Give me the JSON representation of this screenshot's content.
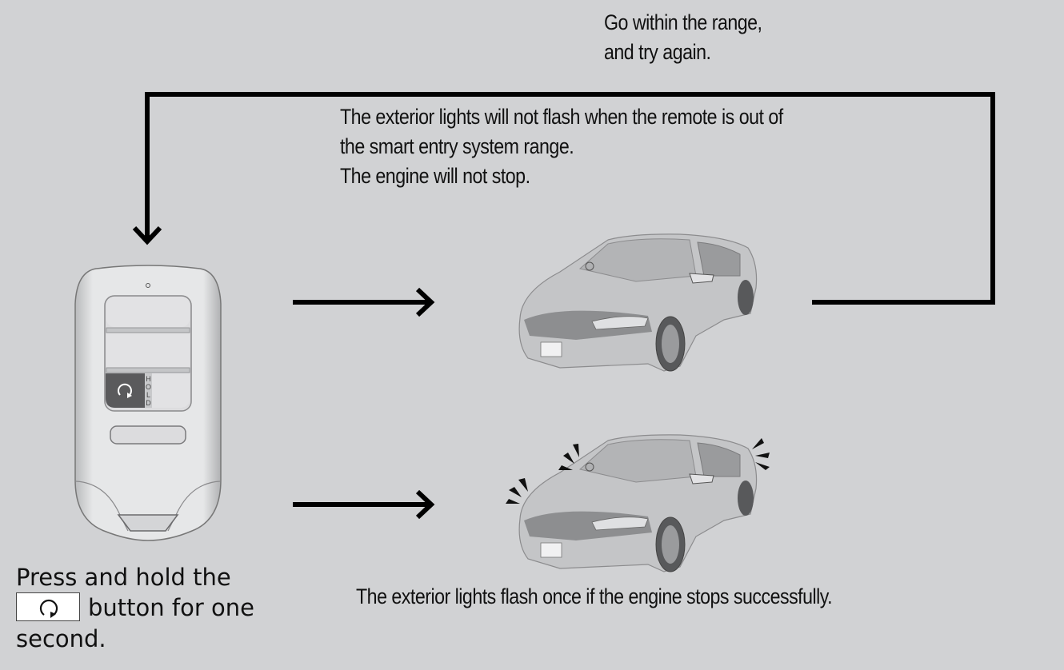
{
  "diagram": {
    "title": "Remote engine stop procedure",
    "notes": {
      "retry": [
        "Go within the range,",
        "and try again."
      ],
      "out_of_range": [
        "The exterior lights will not flash when the remote is out of",
        "the smart entry system range.",
        "The engine will not stop."
      ],
      "success": "The exterior lights flash once if the engine stops successfully."
    },
    "instruction": {
      "line1": "Press and hold the",
      "line2_suffix": "button for one",
      "line3": "second.",
      "button_icon": "engine-start-stop-icon"
    },
    "remote": {
      "button_icon": "engine-start-stop-icon",
      "hold_label": "HOLD"
    },
    "outcomes": [
      {
        "name": "out-of-range",
        "image": "car-no-flash",
        "lights_flash": false
      },
      {
        "name": "success",
        "image": "car-lights-flashing",
        "lights_flash": true
      }
    ],
    "colors": {
      "background": "#d1d2d4",
      "arrow": "#000000",
      "text": "#111111",
      "button_dark": "#5a5a5c"
    }
  }
}
